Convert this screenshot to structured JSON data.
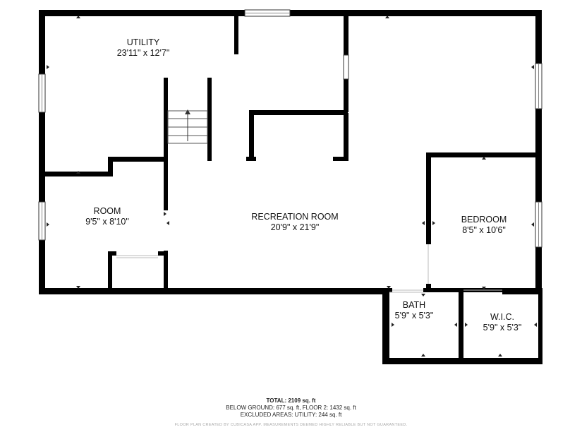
{
  "rooms": {
    "utility": {
      "name": "UTILITY",
      "dims": "23'11\" x 12'7\""
    },
    "room": {
      "name": "ROOM",
      "dims": "9'5\" x 8'10\""
    },
    "recreation": {
      "name": "RECREATION ROOM",
      "dims": "20'9\" x 21'9\""
    },
    "bedroom": {
      "name": "BEDROOM",
      "dims": "8'5\" x 10'6\""
    },
    "bath": {
      "name": "BATH",
      "dims": "5'9\" x 5'3\""
    },
    "wic": {
      "name": "W.I.C.",
      "dims": "5'9\" x 5'3\""
    }
  },
  "totals": {
    "total": "TOTAL: 2109 sq. ft",
    "breakdown": "BELOW GROUND: 677 sq. ft, FLOOR 2: 1432 sq. ft",
    "excluded": "EXCLUDED AREAS: UTILITY: 244 sq. ft",
    "disclaimer": "FLOOR PLAN CREATED BY CUBICASA APP. MEASUREMENTS DEEMED HIGHLY RELIABLE BUT NOT GUARANTEED."
  }
}
